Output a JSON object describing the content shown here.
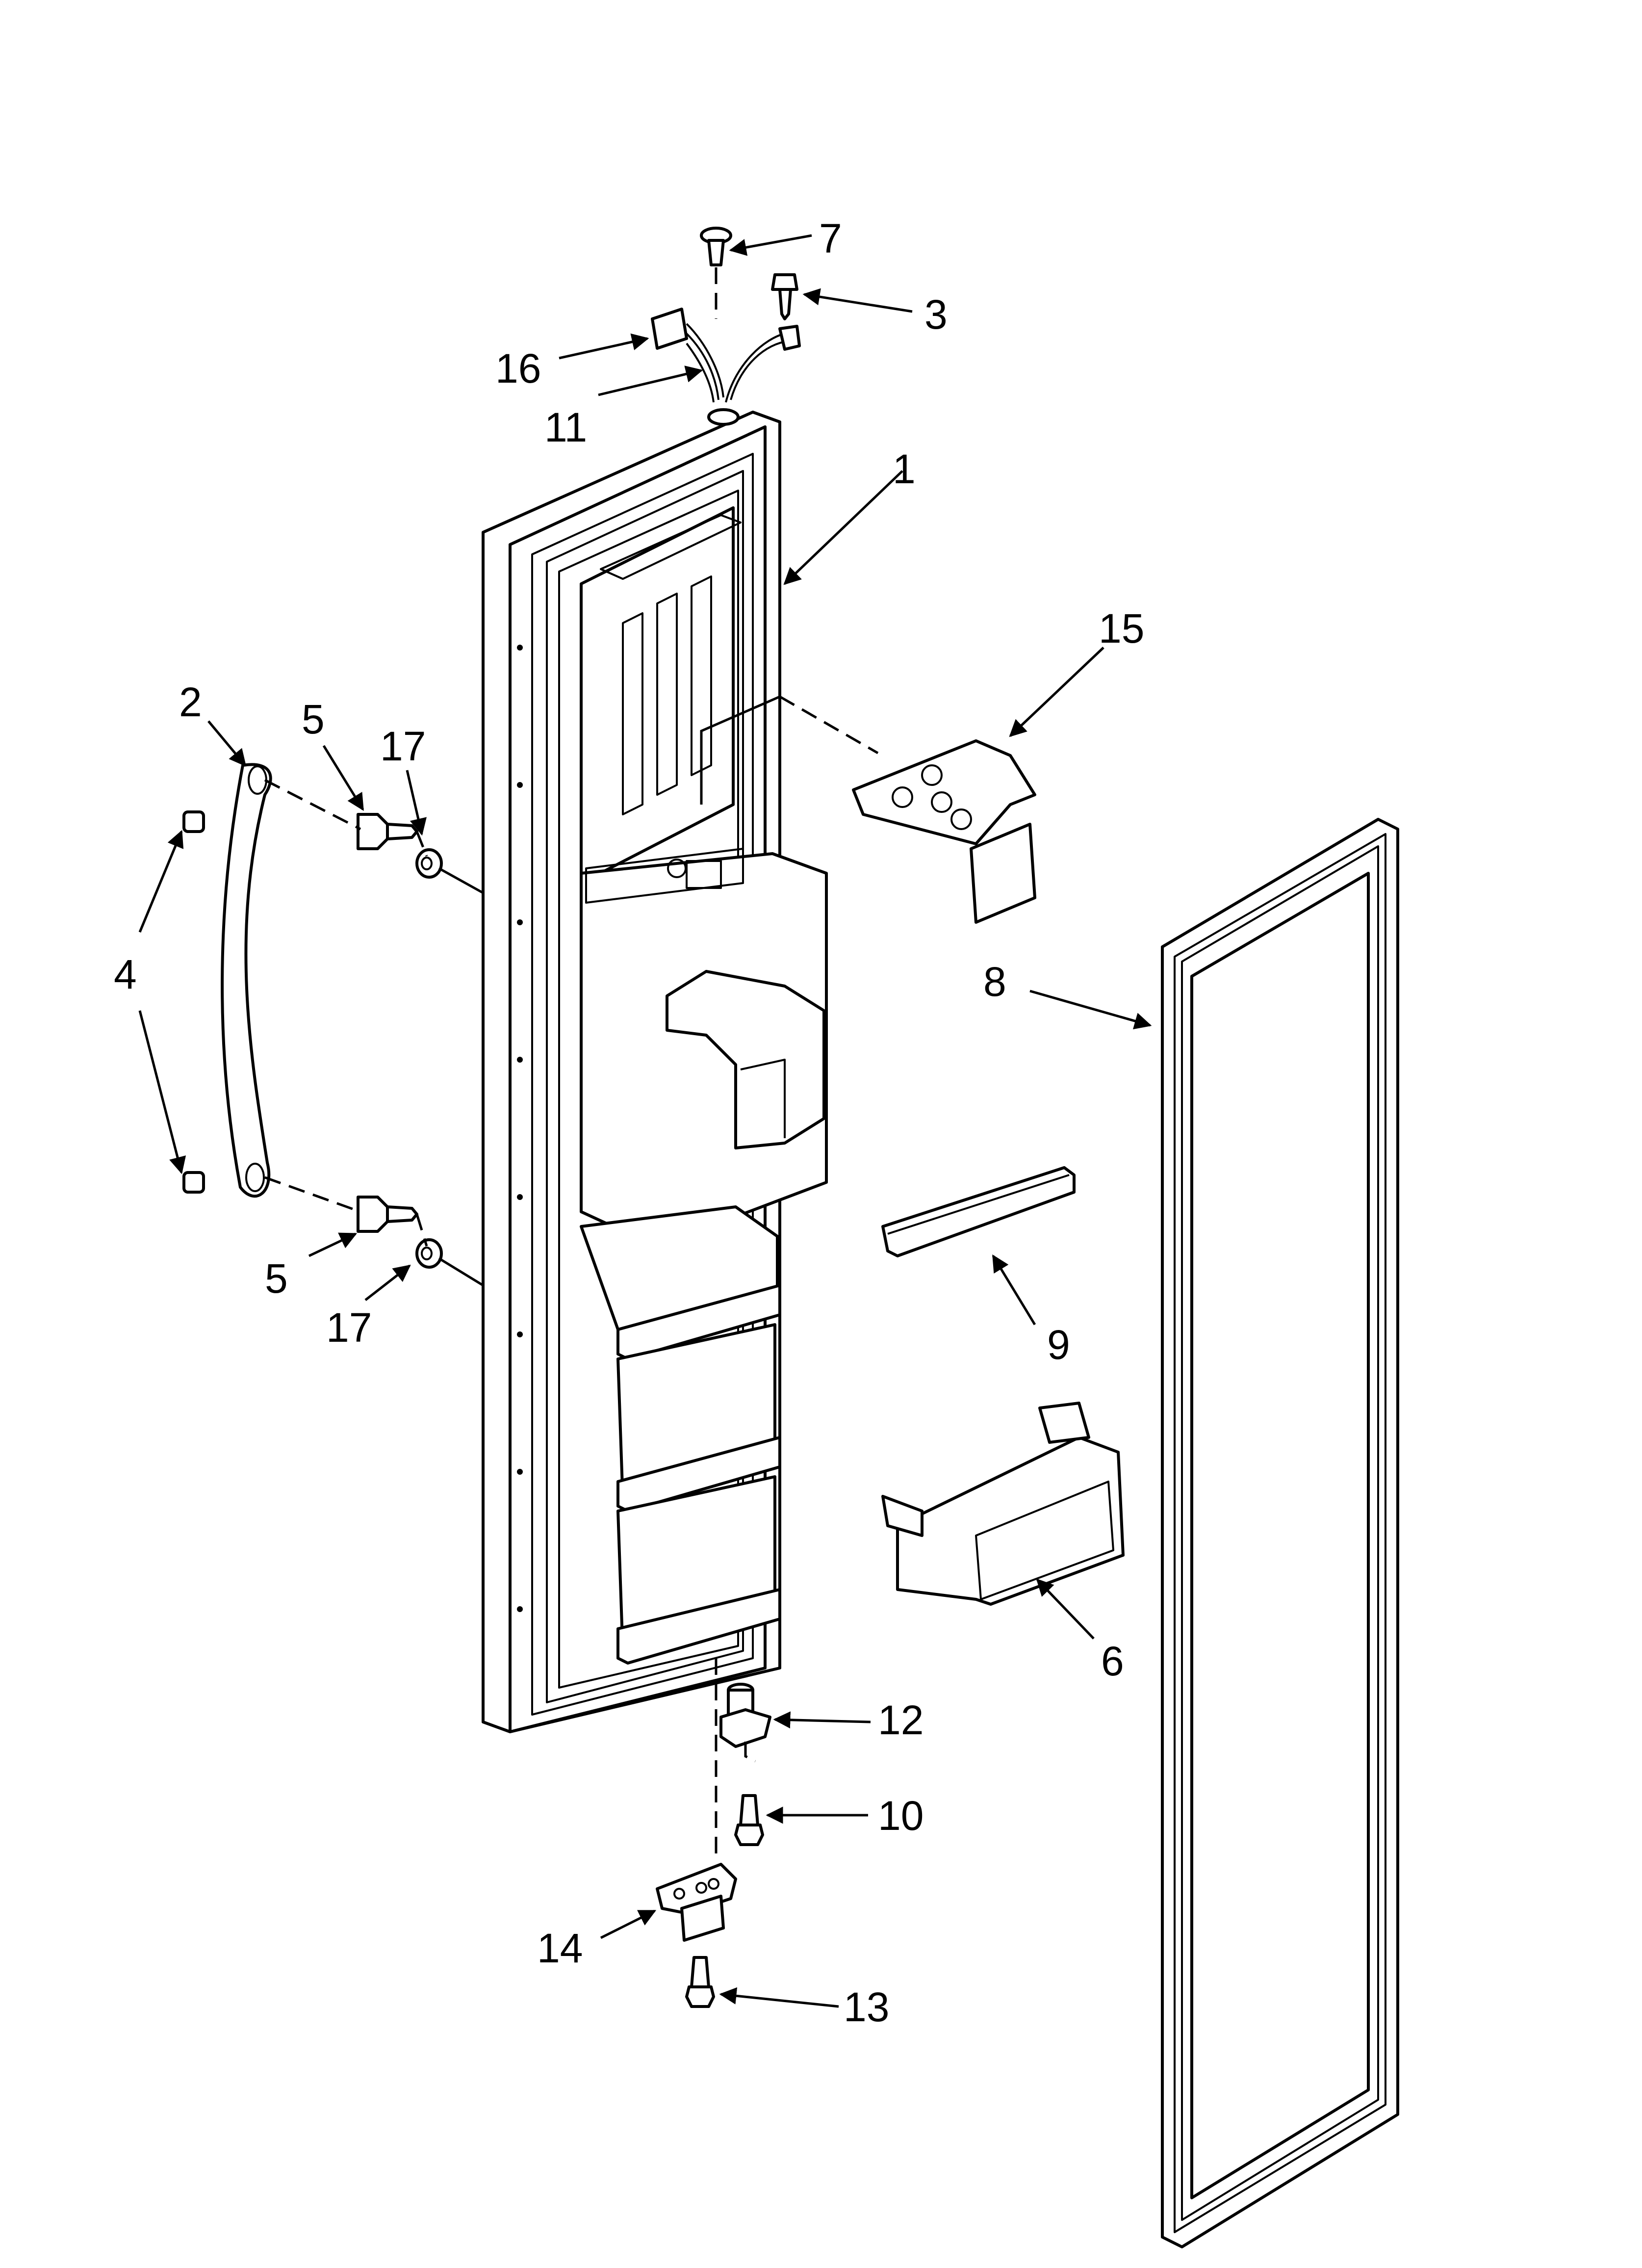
{
  "diagram": {
    "callouts": [
      {
        "id": "1",
        "label": "1"
      },
      {
        "id": "2",
        "label": "2"
      },
      {
        "id": "3",
        "label": "3"
      },
      {
        "id": "4",
        "label": "4"
      },
      {
        "id": "5a",
        "label": "5"
      },
      {
        "id": "5b",
        "label": "5"
      },
      {
        "id": "6",
        "label": "6"
      },
      {
        "id": "7",
        "label": "7"
      },
      {
        "id": "8",
        "label": "8"
      },
      {
        "id": "9",
        "label": "9"
      },
      {
        "id": "10",
        "label": "10"
      },
      {
        "id": "11",
        "label": "11"
      },
      {
        "id": "12",
        "label": "12"
      },
      {
        "id": "13",
        "label": "13"
      },
      {
        "id": "14",
        "label": "14"
      },
      {
        "id": "15",
        "label": "15"
      },
      {
        "id": "16",
        "label": "16"
      },
      {
        "id": "17a",
        "label": "17"
      },
      {
        "id": "17b",
        "label": "17"
      }
    ]
  }
}
